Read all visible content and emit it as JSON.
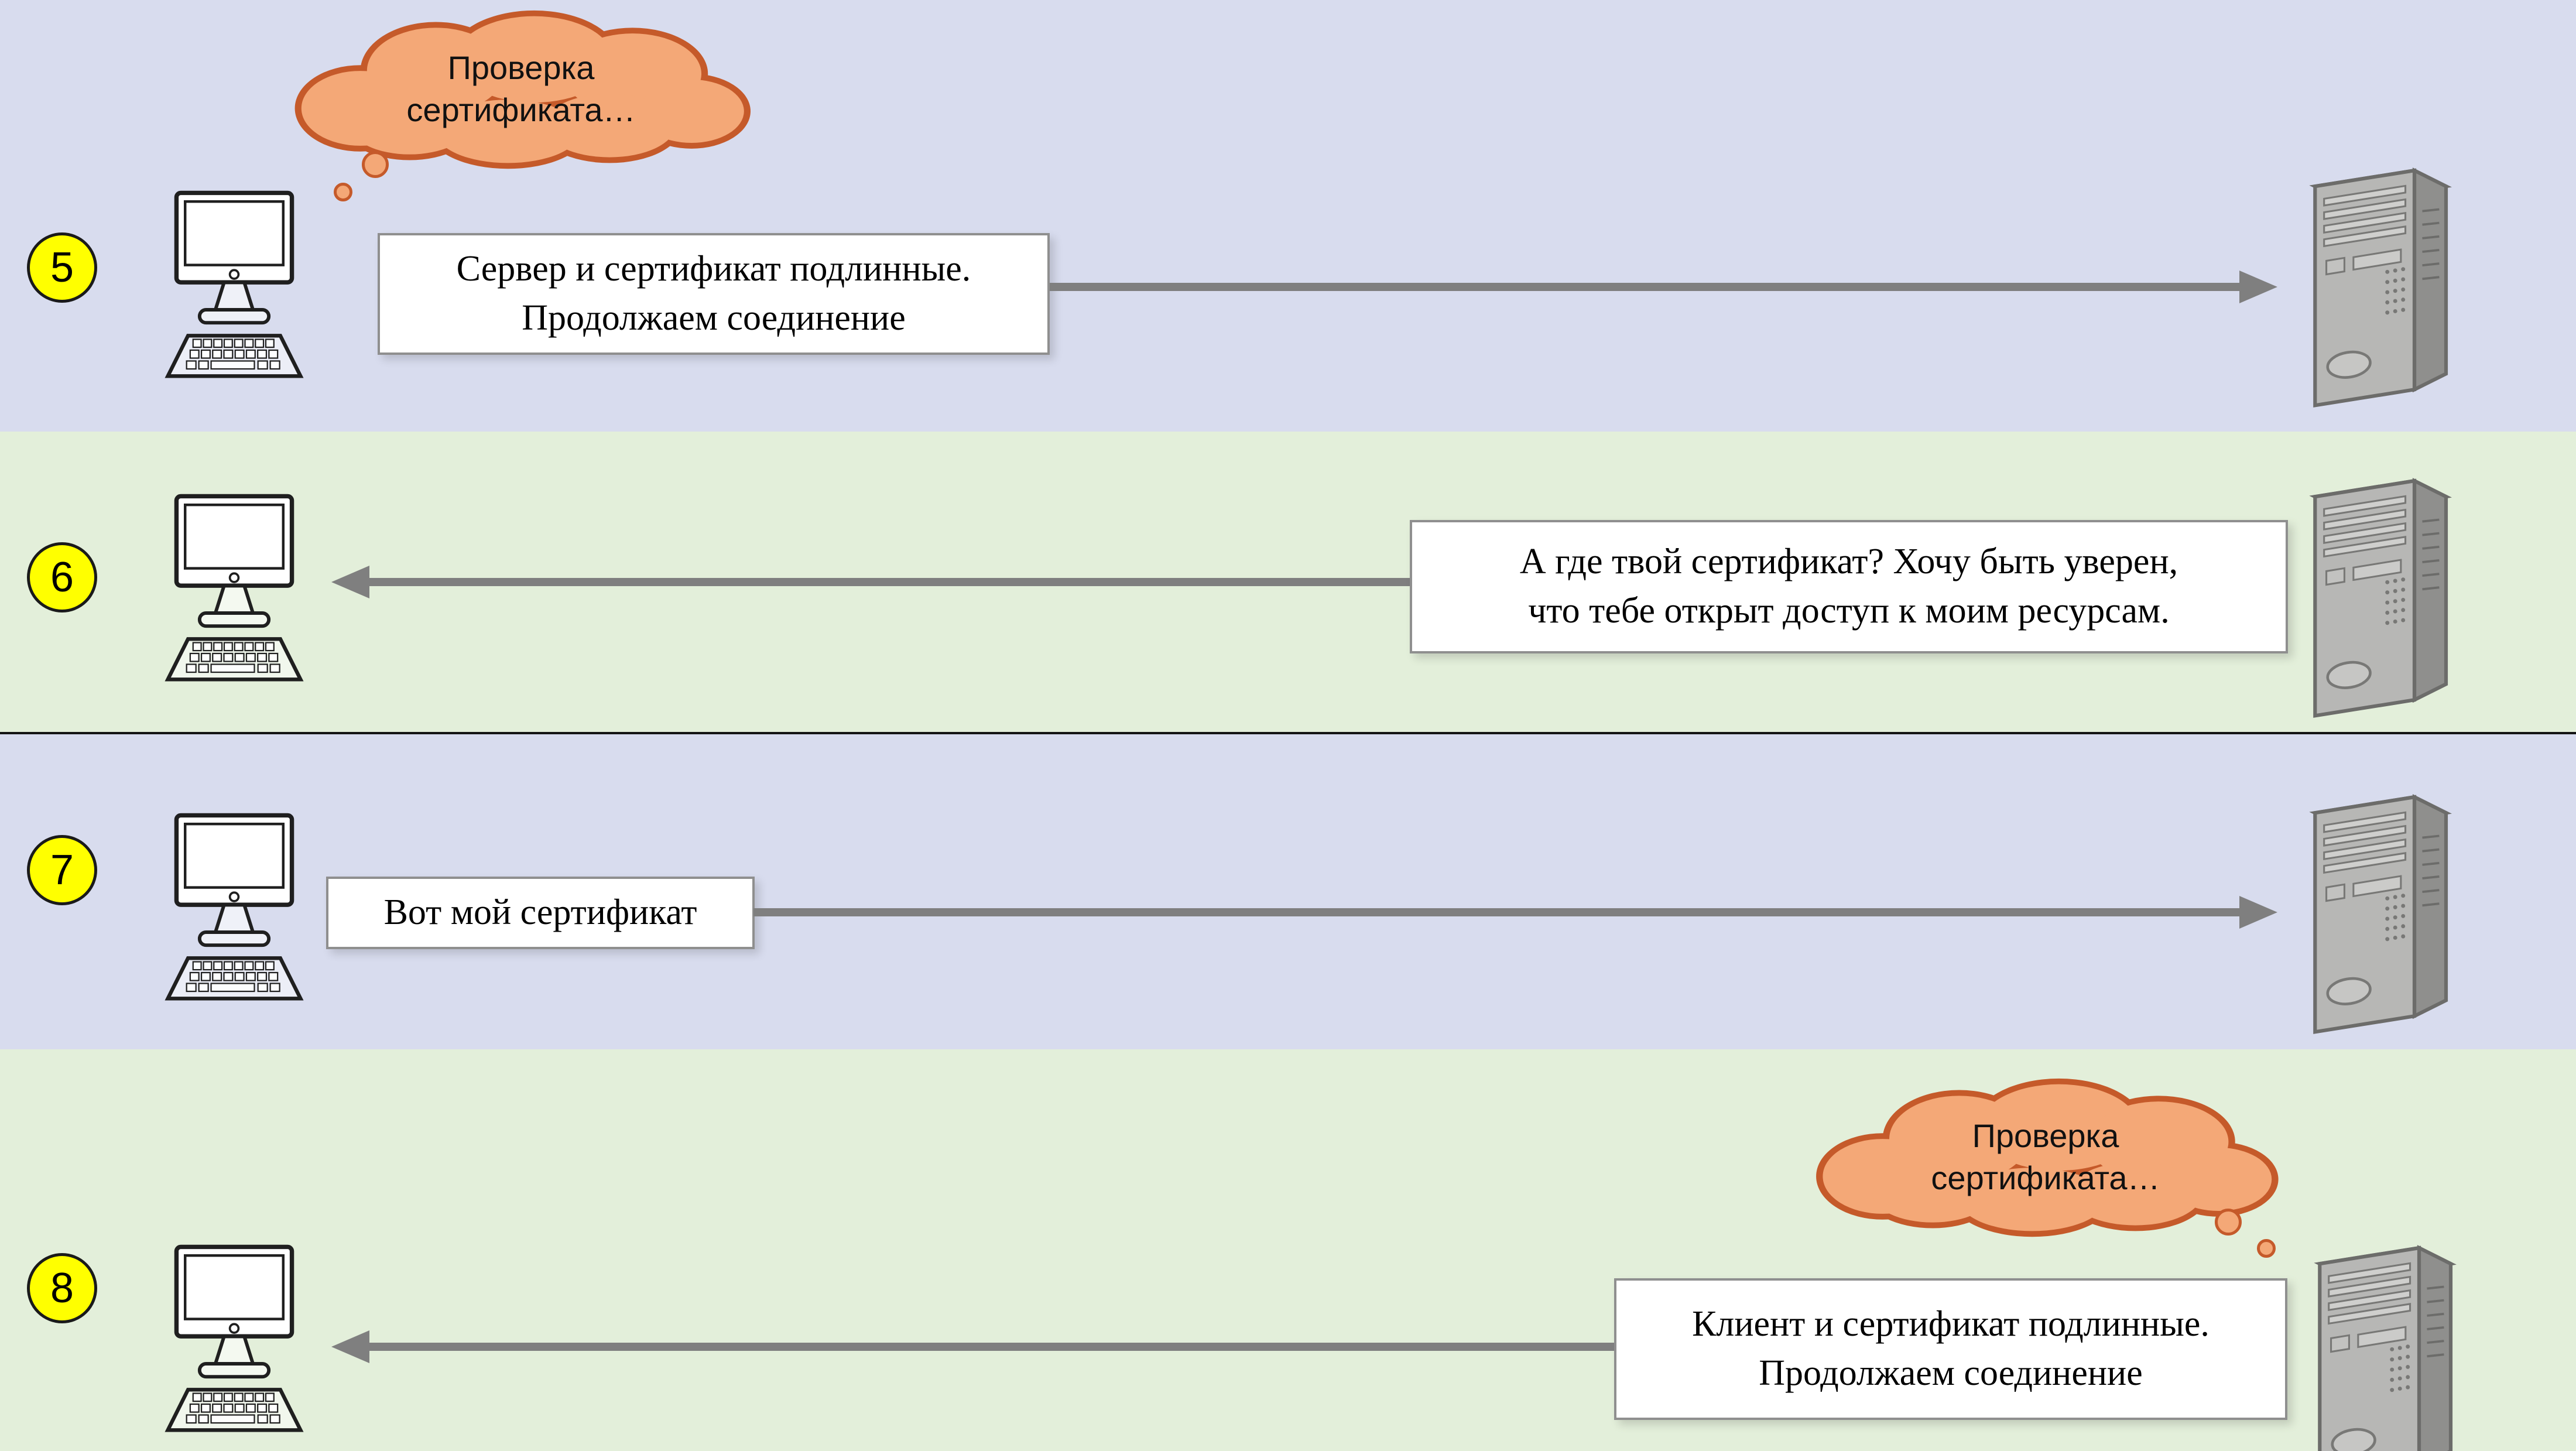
{
  "diagram": {
    "rows": [
      {
        "number": "5",
        "thought": "Проверка\nсертификата…",
        "message": "Сервер и сертификат подлинные.\nПродолжаем соединение",
        "arrow_direction": "right"
      },
      {
        "number": "6",
        "message": "А где твой сертификат? Хочу быть уверен,\nчто тебе открыт доступ к моим ресурсам.",
        "arrow_direction": "left"
      },
      {
        "number": "7",
        "message": "Вот мой сертификат",
        "arrow_direction": "right"
      },
      {
        "number": "8",
        "thought": "Проверка\nсертификата…",
        "message": "Клиент и сертификат подлинные.\nПродолжаем соединение",
        "arrow_direction": "left"
      }
    ],
    "colors": {
      "band_blue": "#d8dcee",
      "band_green": "#e3efda",
      "cloud_fill": "#f4a877",
      "cloud_border": "#c55a2a",
      "arrow_gray": "#7f7f7f",
      "number_badge": "#ffff00",
      "box_border": "#8f8f8f"
    }
  }
}
